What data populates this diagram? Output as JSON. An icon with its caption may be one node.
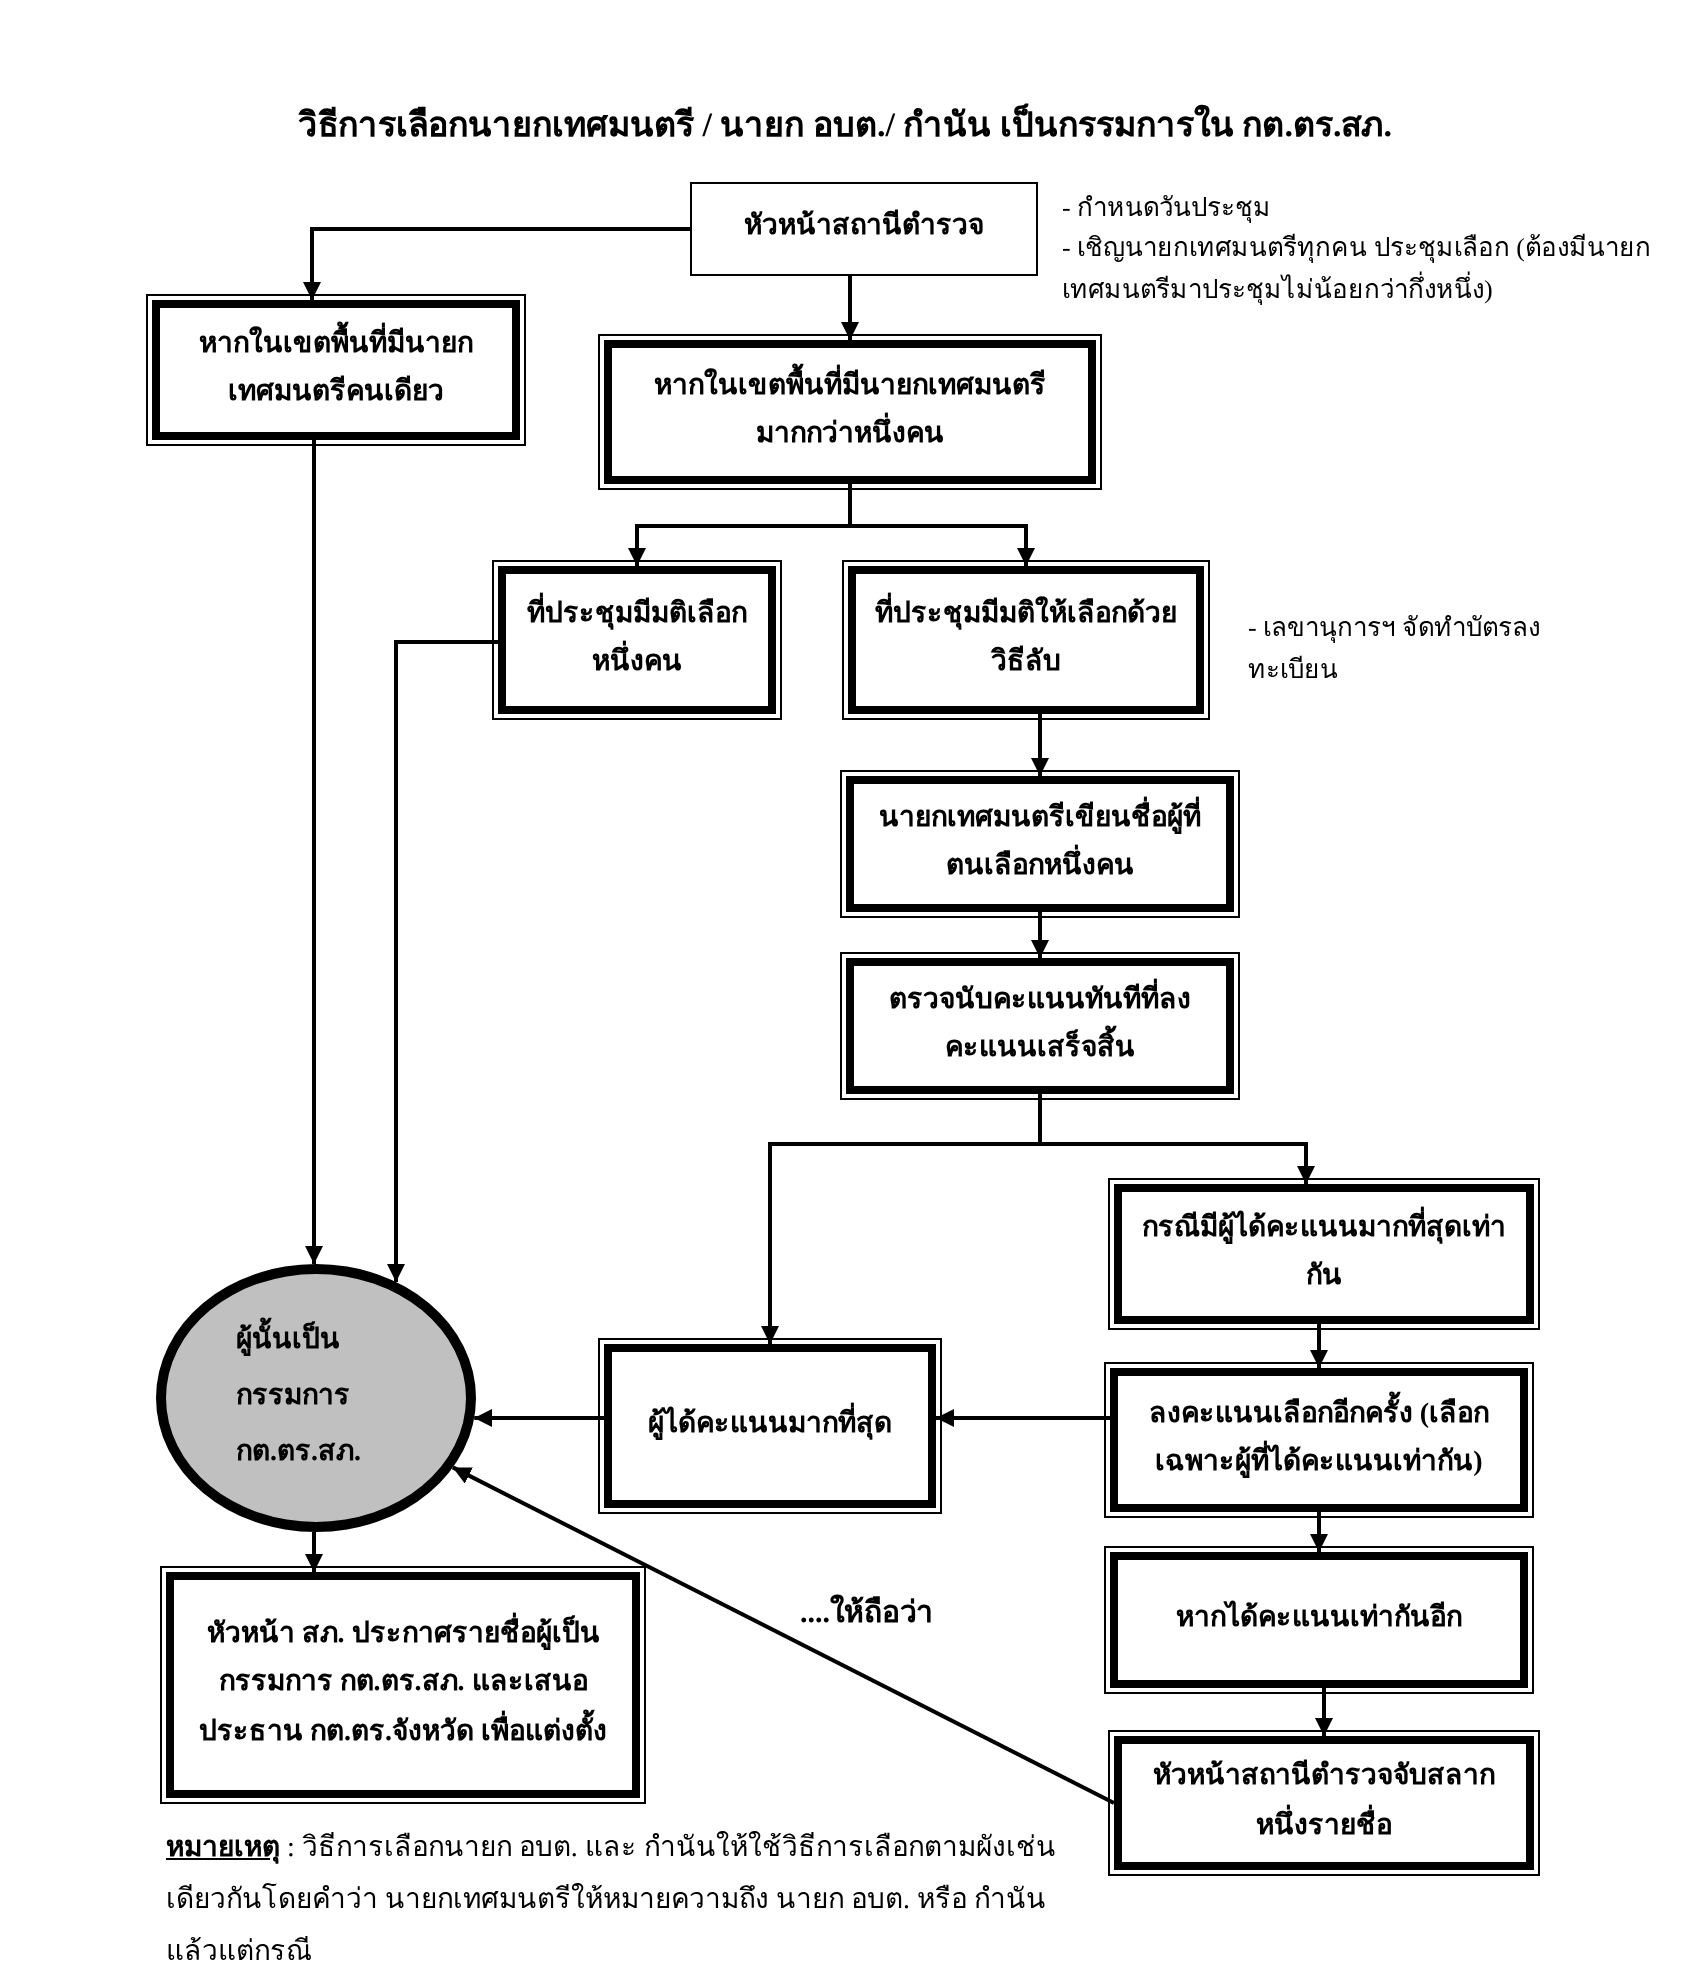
{
  "diagram": {
    "title": "วิธีการเลือกนายกเทศมนตรี / นายก อบต./ กำนัน  เป็นกรรมการใน กต.ตร.สภ.",
    "nodes": [
      {
        "text": [
          "หัวหน้าสถานีตำรวจ"
        ],
        "beside": [
          "- กำหนดวันประชุม",
          "- เชิญนายกเทศมนตรีทุกคน ประชุมเลือก (ต้องมีนายกเทศมนตรีมาประชุมไม่น้อยกว่ากึ่งหนึ่ง)"
        ]
      },
      {
        "text": [
          "หากในเขตพื้นที่มีนายกเทศมนตรีคนเดียว"
        ]
      },
      {
        "text": [
          "หากในเขตพื้นที่มีนายกเทศมนตรีมากกว่าหนึ่งคน"
        ]
      },
      {
        "text": [
          "ที่ประชุมมีมติเลือกหนึ่งคน"
        ]
      },
      {
        "text": [
          "ที่ประชุมมีมติให้เลือกด้วยวิธีลับ"
        ],
        "beside": [
          "- เลขานุการฯ จัดทำบัตรลงทะเบียน"
        ]
      },
      {
        "text": [
          "นายกเทศมนตรีเขียนชื่อผู้ที่ตนเลือกหนึ่งคน"
        ]
      },
      {
        "text": [
          "ตรวจนับคะแนนทันทีที่ลงคะแนนเสร็จสิ้น"
        ]
      },
      {
        "text": [
          "กรณีมีผู้ได้คะแนนมากที่สุดเท่ากัน"
        ]
      },
      {
        "text": [
          "ผู้ได้คะแนนมากที่สุด"
        ]
      },
      {
        "text": [
          "ลงคะแนนเลือกอีกครั้ง (เลือกเฉพาะผู้ที่ได้คะแนนเท่ากัน)"
        ]
      },
      {
        "text": [
          "หากได้คะแนนเท่ากันอีก"
        ]
      },
      {
        "text": [
          "หัวหน้าสถานีตำรวจจับสลากหนึ่งรายชื่อ"
        ]
      },
      {
        "text": [
          "ผู้นั้นเป็นกรรมการ กต.ตร.สภ."
        ]
      },
      {
        "text": [
          "หัวหน้า สภ. ประกาศรายชื่อผู้เป็นกรรมการ กต.ตร.สภ. และเสนอประธาน กต.ตร.จังหวัด เพื่อแต่งตั้ง"
        ]
      }
    ],
    "edges": [
      {
        "from": 0,
        "to": 1,
        "arrow": "to"
      },
      {
        "from": 0,
        "to": 2,
        "arrow": "to"
      },
      {
        "from": 2,
        "to": 3,
        "arrow": "to"
      },
      {
        "from": 2,
        "to": 4,
        "arrow": "to"
      },
      {
        "from": 4,
        "to": 5,
        "arrow": "to"
      },
      {
        "from": 5,
        "to": 6,
        "arrow": "to"
      },
      {
        "from": 6,
        "to": 8,
        "arrow": "to"
      },
      {
        "from": 6,
        "to": 7,
        "arrow": "to"
      },
      {
        "from": 7,
        "to": 9,
        "arrow": "to"
      },
      {
        "from": 9,
        "to": 8,
        "arrow": "to"
      },
      {
        "from": 9,
        "to": 10,
        "arrow": "to"
      },
      {
        "from": 10,
        "to": 11,
        "arrow": "to"
      },
      {
        "from": 11,
        "to": 12,
        "arrow": "to",
        "label": "....ให้ถือว่า"
      },
      {
        "from": 8,
        "to": 12,
        "arrow": "to"
      },
      {
        "from": 1,
        "to": 12,
        "arrow": "to"
      },
      {
        "from": 3,
        "to": 12,
        "arrow": "to"
      },
      {
        "from": 12,
        "to": 13,
        "arrow": "to"
      }
    ],
    "labels": [
      "**หมายเหตุ** : วิธีการเลือกนายก อบต. และ กำนันให้ใช้วิธีการเลือกตามผังเช่นเดียวกันโดยคำว่า นายกเทศมนตรีให้หมายความถึง นายก อบต. หรือ กำนัน แล้วแต่กรณี"
    ]
  }
}
